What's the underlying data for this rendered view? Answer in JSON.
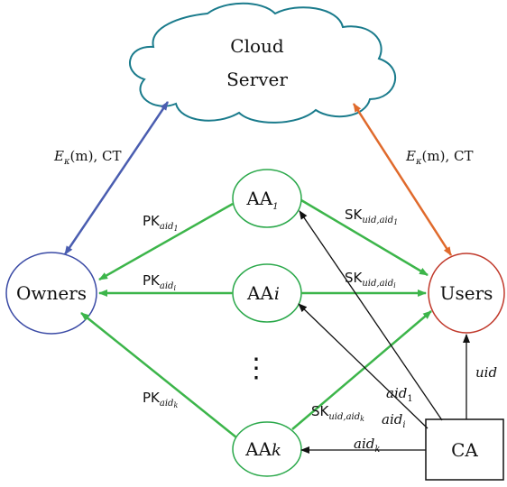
{
  "nodes": {
    "cloud": {
      "line1": "Cloud",
      "line2": "Server"
    },
    "owners": "Owners",
    "users": "Users",
    "ca": "CA",
    "aa1": {
      "base": "AA",
      "sub": "1"
    },
    "aai": {
      "base": "AA",
      "sub": "i"
    },
    "aak": {
      "base": "AA",
      "sub": "k"
    },
    "dots": "⋮"
  },
  "edges": {
    "owner_cloud": {
      "base": "E",
      "sub": "κ",
      "rest": "(m), CT"
    },
    "user_cloud": {
      "base": "E",
      "sub": "κ",
      "rest": "(m), CT"
    },
    "pk1": {
      "base": "PK",
      "sub": "aid",
      "subsub": "1"
    },
    "pki": {
      "base": "PK",
      "sub": "aid",
      "subsub": "i"
    },
    "pkk": {
      "base": "PK",
      "sub": "aid",
      "subsub": "k"
    },
    "sk1": {
      "base": "SK",
      "sub": "uid,aid",
      "subsub": "1"
    },
    "ski": {
      "base": "SK",
      "sub": "uid,aid",
      "subsub": "i"
    },
    "skk": {
      "base": "SK",
      "sub": "uid,aid",
      "subsub": "k"
    },
    "aid1": {
      "base": "aid",
      "sub": "1"
    },
    "aidi": {
      "base": "aid",
      "sub": "i"
    },
    "aidk": {
      "base": "aid",
      "sub": "k"
    },
    "uid": "uid"
  },
  "colors": {
    "cloud_stroke": "#1a7b8c",
    "owners_stroke": "#3a4aa5",
    "users_stroke": "#c0392b",
    "aa_stroke": "#2aa84a",
    "green_edge": "#3cb54a",
    "blue_edge": "#4a5db0",
    "orange_edge": "#e06a2c",
    "black_edge": "#111111"
  }
}
